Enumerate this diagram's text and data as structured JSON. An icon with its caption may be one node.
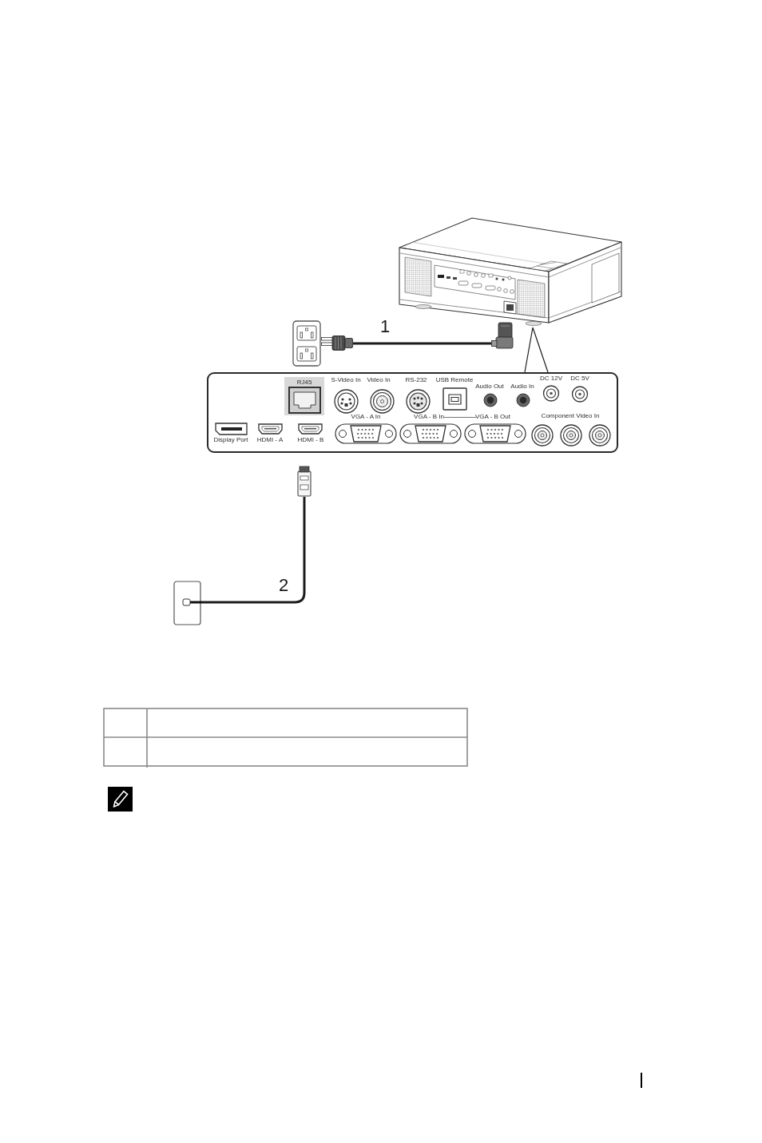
{
  "diagram": {
    "nodes": [
      {
        "text": [],
        "shape": "picture"
      },
      {
        "text": [],
        "shape": "picture"
      },
      {
        "text": [],
        "shape": "picture"
      },
      {
        "text": [],
        "shape": "picture"
      },
      {
        "text": [
          "S-Video In",
          "Video In",
          "RS-232",
          "USB Remote",
          "Audio Out",
          "Audio In",
          "DC 12V",
          "DC 5V",
          "VGA - A In",
          "VGA - B In",
          "VGA - B Out",
          "Component Video In",
          "Display Port",
          "HDMI - A",
          "HDMI - B"
        ]
      },
      {
        "text": [
          "RJ45"
        ],
        "in": 4
      },
      {
        "text": [],
        "shape": "picture"
      },
      {
        "text": [],
        "shape": "picture"
      }
    ],
    "edges": [
      {
        "from": 2,
        "to": 3,
        "arrow": "none",
        "label": "1"
      },
      {
        "from": 4,
        "to": 0,
        "arrow": "none"
      },
      {
        "from": 7,
        "to": 6,
        "arrow": "none",
        "label": "2"
      }
    ]
  }
}
